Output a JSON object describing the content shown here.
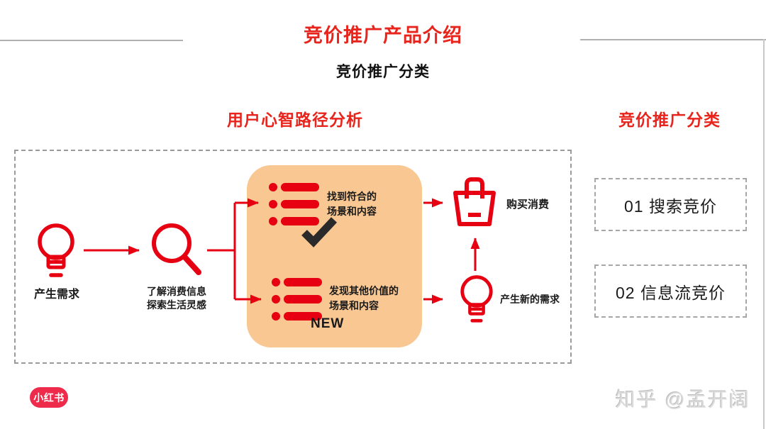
{
  "header": {
    "title": "竞价推广产品介绍",
    "subtitle": "竞价推广分类"
  },
  "left_panel": {
    "title": "用户心智路径分析",
    "steps": {
      "need": "产生需求",
      "explore_line1": "了解消费信息",
      "explore_line2": "探索生活灵感"
    },
    "scenarios": {
      "match_line1": "找到符合的",
      "match_line2": "场景和内容",
      "discover_line1": "发现其他价值的",
      "discover_line2": "场景和内容",
      "new_badge": "NEW"
    },
    "outcomes": {
      "purchase": "购买消费",
      "new_need": "产生新的需求"
    }
  },
  "right_panel": {
    "title": "竞价推广分类",
    "categories": [
      {
        "label": "01 搜索竞价"
      },
      {
        "label": "02 信息流竞价"
      }
    ]
  },
  "footer": {
    "logo_text": "小红书",
    "watermark": "知乎 @孟开阔"
  },
  "colors": {
    "accent_red": "#e7251d",
    "icon_red": "#e60012",
    "panel_orange": "#f9c791",
    "logo_red": "#ee2b4b",
    "checkmark_black": "#2a2a2a",
    "divider_gray": "#b0b0b0",
    "dashed_border_gray": "#9a9a9a",
    "watermark_gray": "#dcdcdc"
  },
  "icons": {
    "lightbulb-icon": "idea / need (outlined red bulb)",
    "magnifier-icon": "search / explore (outlined red magnifying glass)",
    "list-icon": "content list (red bullet rows)",
    "checkmark-icon": "match found (black check)",
    "shopping-bag-icon": "purchase (outlined red bag)"
  }
}
